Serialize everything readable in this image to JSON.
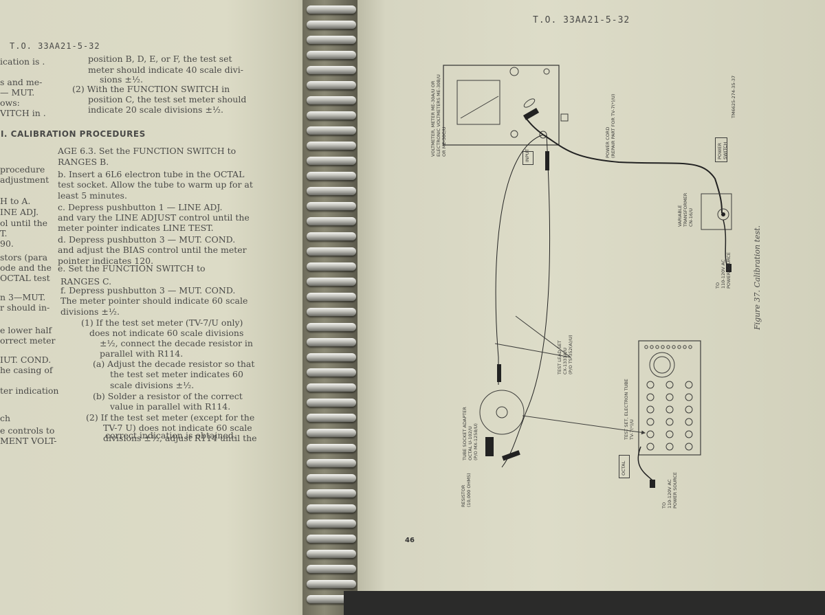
{
  "left_page": {
    "header": "T.O. 33AA21-5-32",
    "col1_lines": [
      "ication is .",
      "s and me-",
      "— MUT.",
      "ows:",
      "VITCH in .",
      "",
      "procedure",
      "adjustment",
      "H to A.",
      "INE ADJ.",
      "ol until the",
      "T.",
      "90.",
      "stors (para",
      "ode and the",
      "OCTAL test",
      "n 3—MUT.",
      "r should in-",
      "e lower half",
      "orrect meter",
      "IUT. COND.",
      "he casing of",
      "ter indication",
      "ch",
      "e controls to",
      "MENT VOLT-"
    ],
    "section_heading": "II. CALIBRATION PROCEDURES",
    "col2_lines": [
      "position B, D, E, or F, the test set",
      "meter should indicate 40 scale divi-",
      "sions ±½.",
      "(2) With the FUNCTION SWITCH in",
      "position C, the test set meter should",
      "indicate 20 scale divisions ±½.",
      "AGE 6.3. Set the FUNCTION SWITCH to",
      "RANGES B.",
      "b. Insert a 6L6 electron tube in the OCTAL",
      "test socket. Allow the tube to warm up for at",
      "least 5 minutes.",
      "c. Depress pushbutton 1 — LINE ADJ.",
      "and vary the LINE ADJUST control until the",
      "meter pointer indicates LINE TEST.",
      "d. Depress pushbutton 3 — MUT. COND.",
      "and adjust the BIAS control until the meter",
      "pointer indicates 120.",
      "e. Set the FUNCTION SWITCH to",
      "RANGES C.",
      "f. Depress pushbutton 3 — MUT. COND.",
      "The meter pointer should indicate 60 scale",
      "divisions ±½.",
      "(1) If the test set meter (TV-7/U only)",
      "does not indicate 60 scale divisions",
      "±½, connect the decade resistor in",
      "parallel with R114.",
      "(a) Adjust the decade resistor so that",
      "the test set meter indicates 60",
      "scale divisions ±½.",
      "(b) Solder a resistor of the correct",
      "value in parallel with R114.",
      "(2) If the test set meter (except for the",
      "TV-7 U) does not indicate 60 scale",
      "divisions ±½, adjust R114 until the",
      "correct indication is obtained."
    ]
  },
  "right_page": {
    "header": "T.O. 33AA21-5-32",
    "page_number": "46",
    "figure_caption": "Figure 37. Calibration test.",
    "labels": {
      "voltmeter": [
        "VOLTMETER, METER ME-30A/U OR",
        "ELECTRONIC VOLTMETERS ME-30B/U",
        "OR ME-30C/U"
      ],
      "input": "INPUT",
      "power_cord": [
        "POWER CORD",
        "(REPAIR PART FOR TV-7(*)/U)"
      ],
      "power_switch": [
        "POWER",
        "SWITCH"
      ],
      "variable_transformer": [
        "VARIABLE",
        "TRANSFORMER",
        "CN-16/U"
      ],
      "power_source_1": [
        "TO",
        "110-120V AC",
        "POWER SOURCE"
      ],
      "drawing_number": "TM6625-274-35-37",
      "test_lead_set": [
        "TEST LEAD SET",
        "CX-1331A/U",
        "(P/O TS-352(A)/U)"
      ],
      "tube_socket_adapter": [
        "TUBE SOCKET ADAPTER",
        "OCTAL U-102/U",
        "(P/O MX-1258/U)"
      ],
      "resistor": [
        "RESISTOR",
        "(10,000 OHMS)"
      ],
      "test_set": [
        "TEST SET, ELECTRON TUBE",
        "TV-7(*)/U"
      ],
      "octal": "OCTAL",
      "power_source_2": [
        "TO",
        "110-120V AC",
        "POWER SOURCE"
      ]
    }
  }
}
